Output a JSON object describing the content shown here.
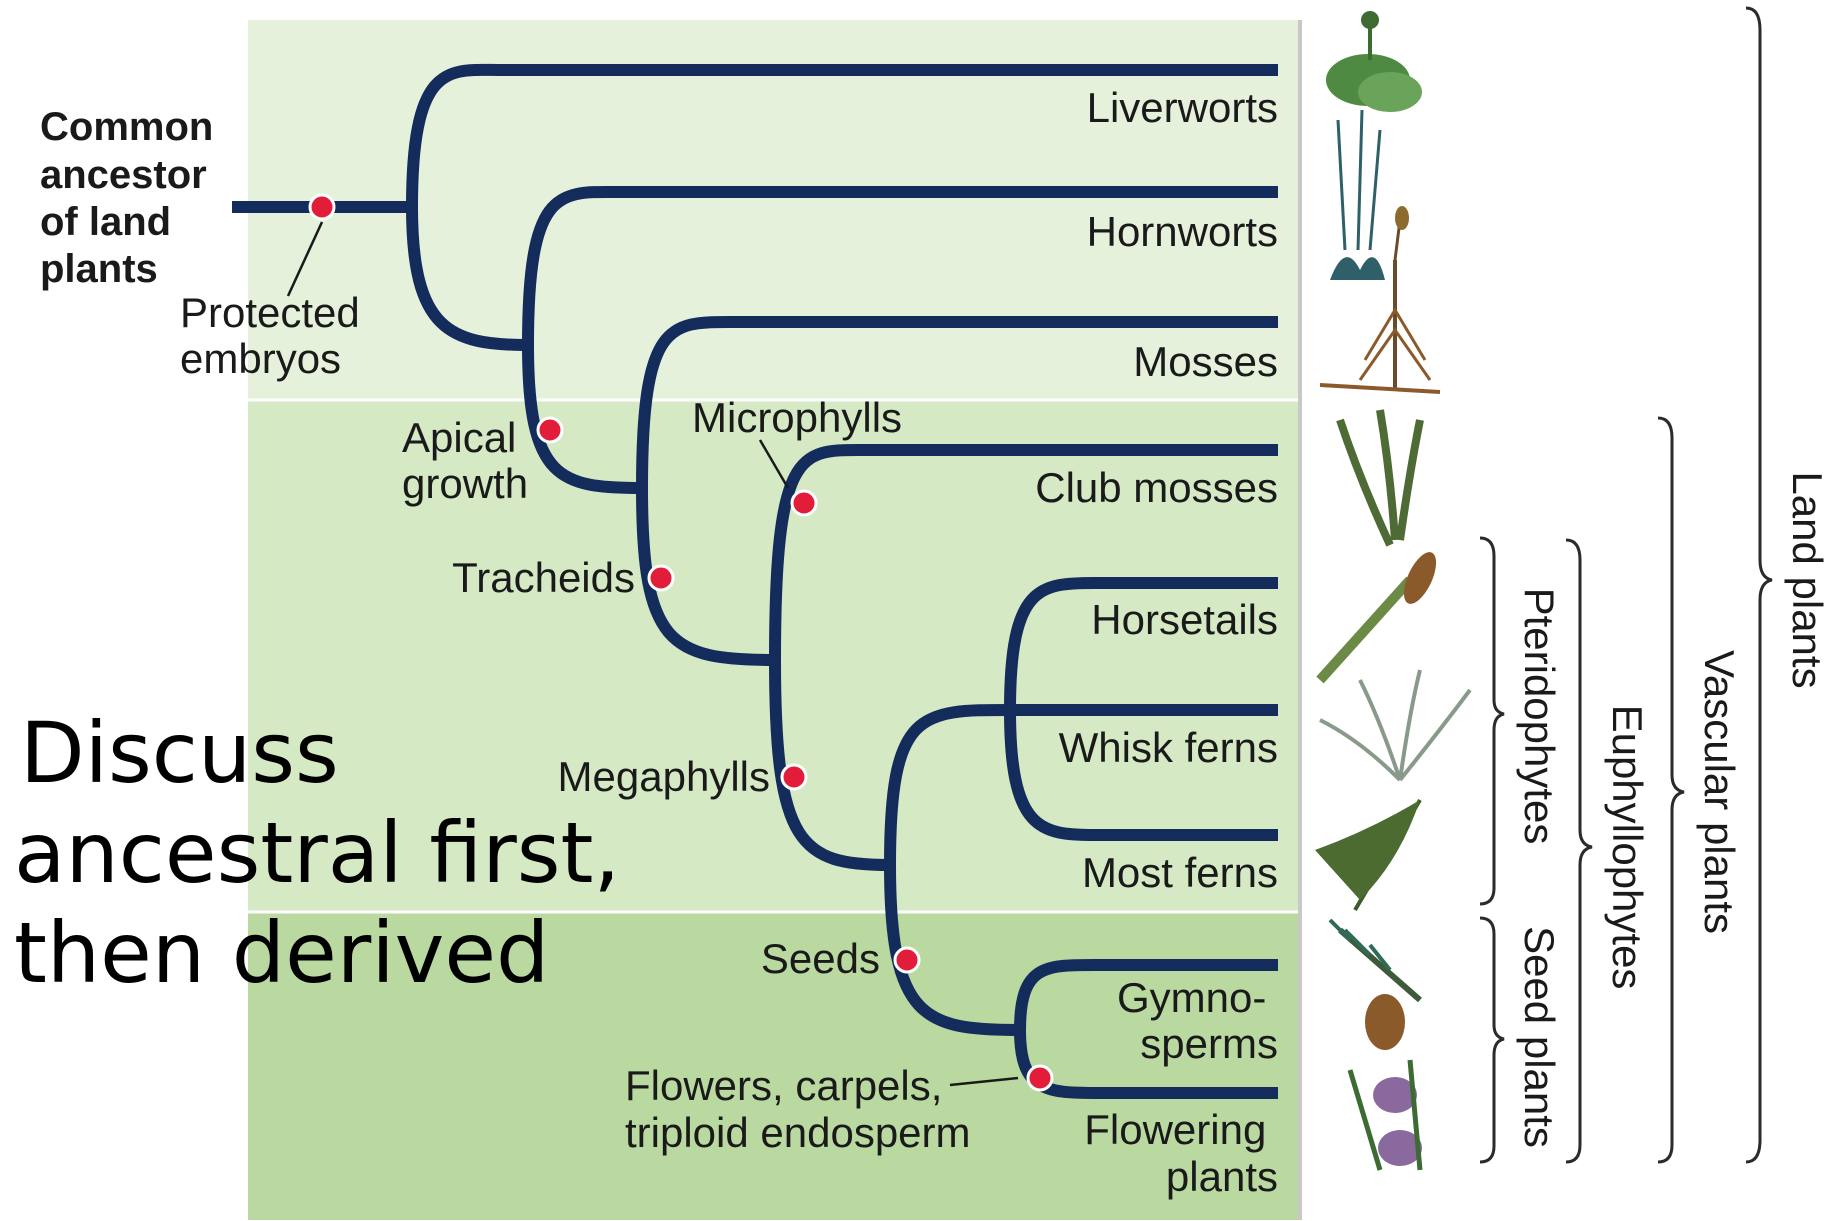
{
  "root_label": [
    "Common",
    "ancestor",
    "of land",
    "plants"
  ],
  "taxa": {
    "liverworts": "Liverworts",
    "hornworts": "Hornworts",
    "mosses": "Mosses",
    "club_mosses": "Club mosses",
    "horsetails": "Horsetails",
    "whisk_ferns": "Whisk ferns",
    "most_ferns": "Most ferns",
    "gymnosperms": [
      "Gymno-",
      "sperms"
    ],
    "flowering_plants": [
      "Flowering",
      "plants"
    ]
  },
  "traits": {
    "protected_embryos": [
      "Protected",
      "embryos"
    ],
    "apical_growth": [
      "Apical",
      "growth"
    ],
    "tracheids": "Tracheids",
    "microphylls": "Microphylls",
    "megaphylls": "Megaphylls",
    "seeds": "Seeds",
    "flowers": [
      "Flowers, carpels,",
      "triploid endosperm"
    ]
  },
  "groups": {
    "pteridophytes": "Pteridophytes",
    "seed_plants": "Seed plants",
    "euphyllophytes": "Euphyllophytes",
    "vascular_plants": "Vascular plants",
    "land_plants": "Land plants"
  },
  "note": [
    "Discuss",
    "ancestral first,",
    "then derived"
  ],
  "colors": {
    "branch": "#142c5c",
    "trait_dot": "#e21d3a",
    "panel_nonvascular": "#e6f1dc",
    "panel_vascular": "#d4e9c4",
    "panel_seed": "#b9d9a0"
  }
}
